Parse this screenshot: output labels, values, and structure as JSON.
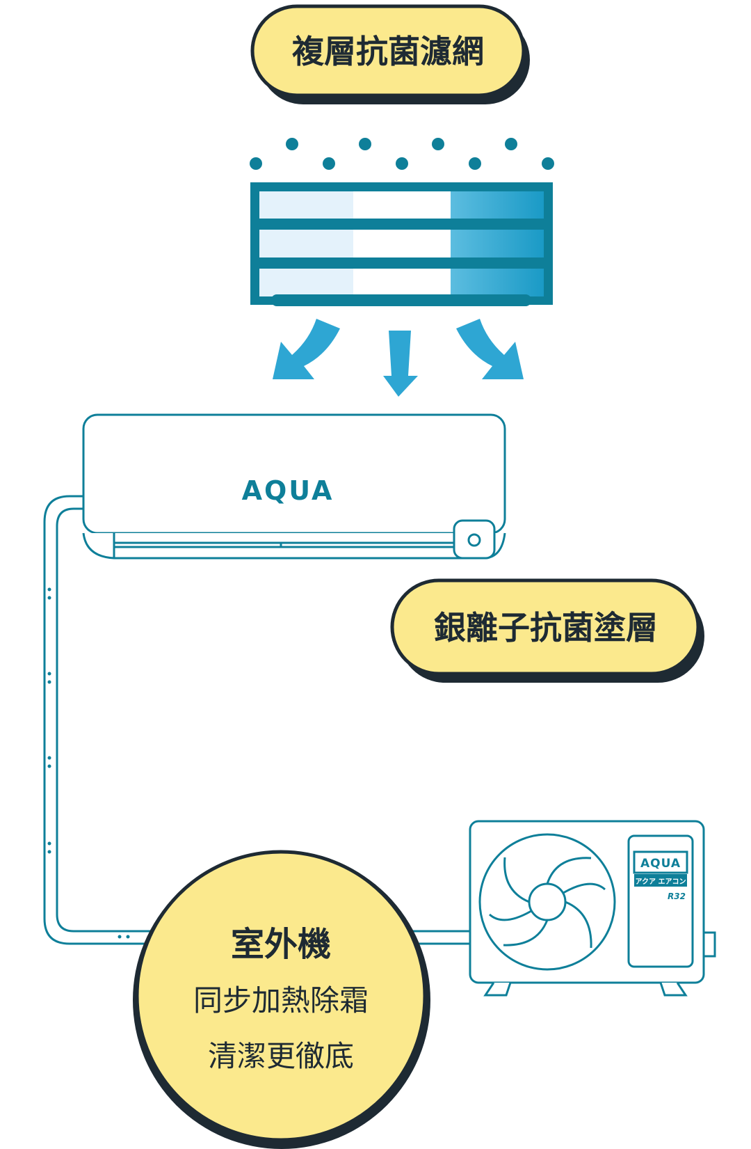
{
  "colors": {
    "teal": "#0e7f99",
    "dark": "#1e2a33",
    "yellow": "#fbe98d",
    "light_blue": "#e4f2fb",
    "grad_start": "#5cbde0",
    "grad_end": "#1a9ac6",
    "arrow": "#2ea6d3"
  },
  "labels": {
    "filter_title": "複層抗菌濾網",
    "coating_title": "銀離子抗菌塗層",
    "outdoor_title": "室外機",
    "outdoor_line1": "同步加熱除霜",
    "outdoor_line2": "清潔更徹底"
  },
  "indoor_unit": {
    "brand": "AQUA"
  },
  "outdoor_unit": {
    "brand": "AQUA",
    "sublabel": "アクア エアコン",
    "model": "R32"
  },
  "icons": {
    "particles": "dot-icon",
    "airflow": "arrow-down-icon",
    "fan": "fan-icon"
  }
}
